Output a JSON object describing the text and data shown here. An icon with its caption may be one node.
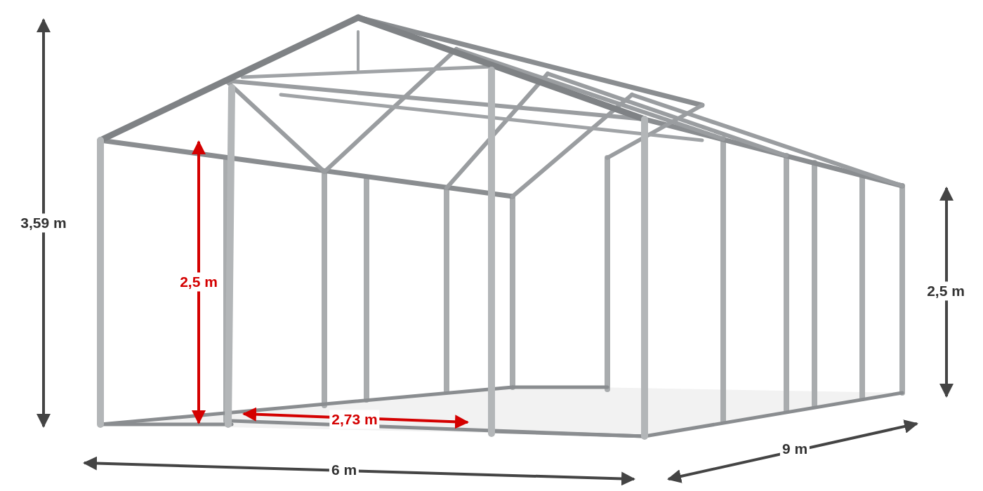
{
  "diagram": {
    "labels": [
      "3,59 m",
      "2,5 m",
      "2,5 m",
      "2,73 m",
      "9 m",
      "6 m"
    ]
  }
}
